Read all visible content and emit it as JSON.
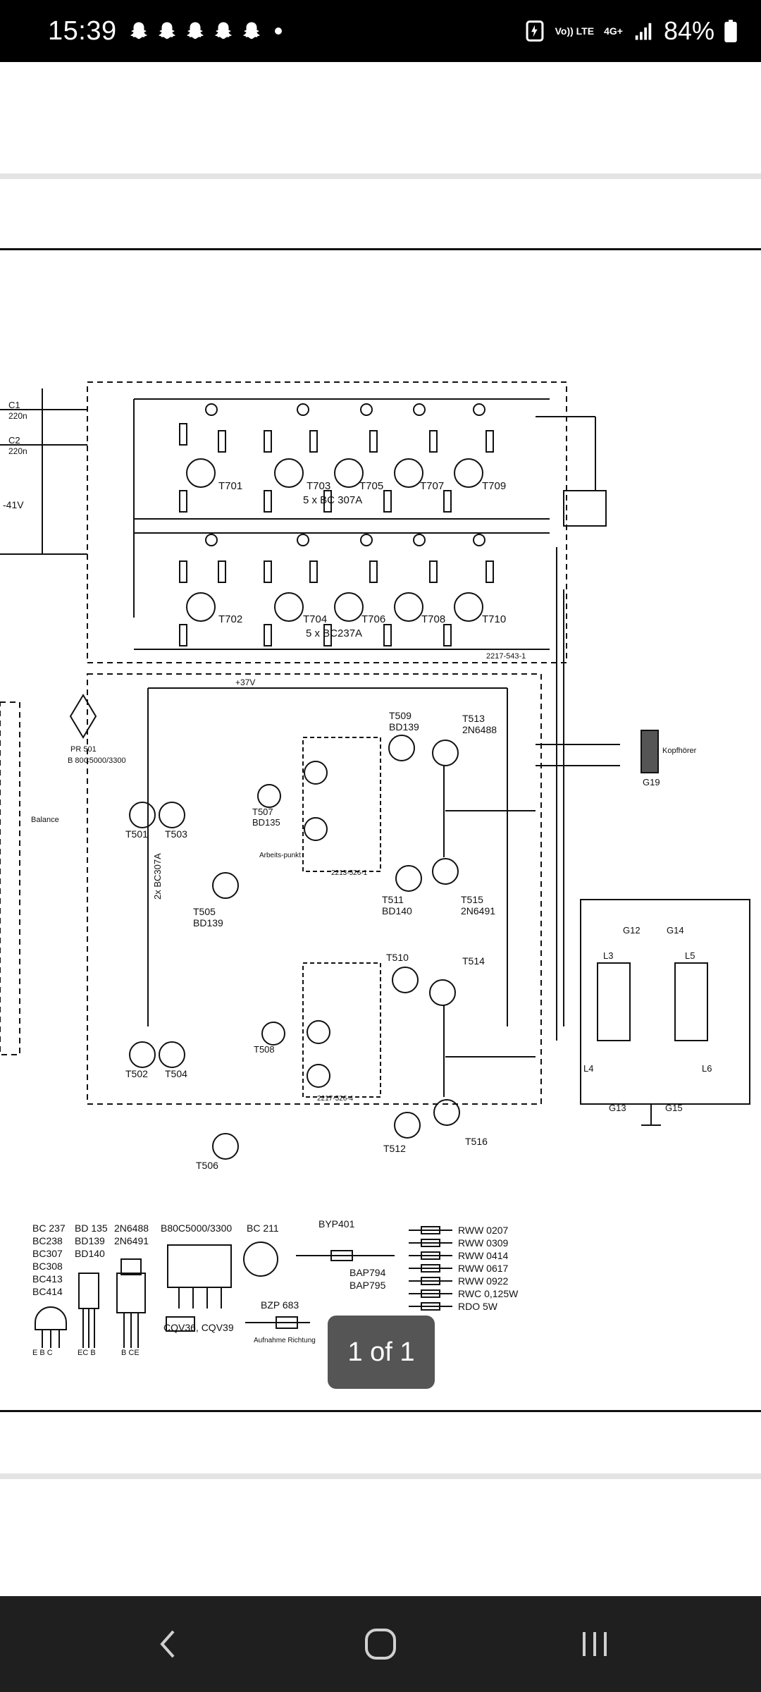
{
  "status_bar": {
    "time": "15:39",
    "notification_icons": [
      "snapchat-ghost-icon",
      "snapchat-ghost-icon",
      "snapchat-ghost-icon",
      "snapchat-ghost-icon",
      "snapchat-ghost-icon"
    ],
    "volte_label": "Vo)) LTE",
    "network_label": "4G+",
    "battery_percent": "84%"
  },
  "viewer": {
    "page_counter": "1 of 1"
  },
  "schematic_labels": {
    "left_caps": [
      "C1",
      "220n",
      "C2",
      "220n"
    ],
    "voltage": "-41V",
    "transistors_top": [
      "T701",
      "T703",
      "T705",
      "T707",
      "T709"
    ],
    "transistors_mid": [
      "T702",
      "T704",
      "T706",
      "T708",
      "T710"
    ],
    "array_label_1": "5 x BC 307A",
    "array_label_2": "5 x BC237A",
    "board_code_1": "2217-543-1",
    "board_code_2": "2213-526-1",
    "board_code_3": "2217-526-4",
    "rectifier": "B 80C5000/3300",
    "pr": "PR 501",
    "supply": "+37V",
    "balance": "Balance",
    "t509": "T509",
    "bd139": "BD139",
    "t513": "T513",
    "n6488": "2N6488",
    "t501": "T501",
    "t503": "T503",
    "bc307": "2x BC307A",
    "t507": "T507",
    "bd135": "BD135",
    "t505": "T505",
    "t511": "T511",
    "bd140": "BD140",
    "t515": "T515",
    "n6491": "2N6491",
    "t510": "T510",
    "t514": "T514",
    "t502": "T502",
    "t504": "T504",
    "t508": "T508",
    "t506": "T506",
    "t512": "T512",
    "t516": "T516",
    "kopfhoerer": "Kopfhörer",
    "g19": "G19",
    "g12": "G12",
    "g14": "G14",
    "g13": "G13",
    "g15": "G15",
    "l3": "L3",
    "l5": "L5",
    "l4": "L4",
    "l6": "L6",
    "arbeitspunkt": "Arbeits-punkt"
  },
  "legend": {
    "transistor_group_1": [
      "BC 237",
      "BC238",
      "BC307",
      "BC308",
      "BC413",
      "BC414"
    ],
    "transistor_group_2": [
      "BD 135",
      "BD139",
      "BD140"
    ],
    "transistor_group_3": [
      "2N6488",
      "2N6491"
    ],
    "rectifier_label": "B80C5000/3300",
    "bc211": "BC 211",
    "byp401": "BYP401",
    "bap": [
      "BAP794",
      "BAP795"
    ],
    "bzp": "BZP 683",
    "cqv": "CQV36, CQV39",
    "aufnahme": "Aufnahme Richtung",
    "pins_ebc": "E B C",
    "pins_ecb": "EC B",
    "pins_bce": "B CE",
    "resistor_types": [
      "RWW 0207",
      "RWW 0309",
      "RWW 0414",
      "RWW 0617",
      "RWW 0922",
      "RWC 0,125W",
      "RDO 5W"
    ]
  }
}
